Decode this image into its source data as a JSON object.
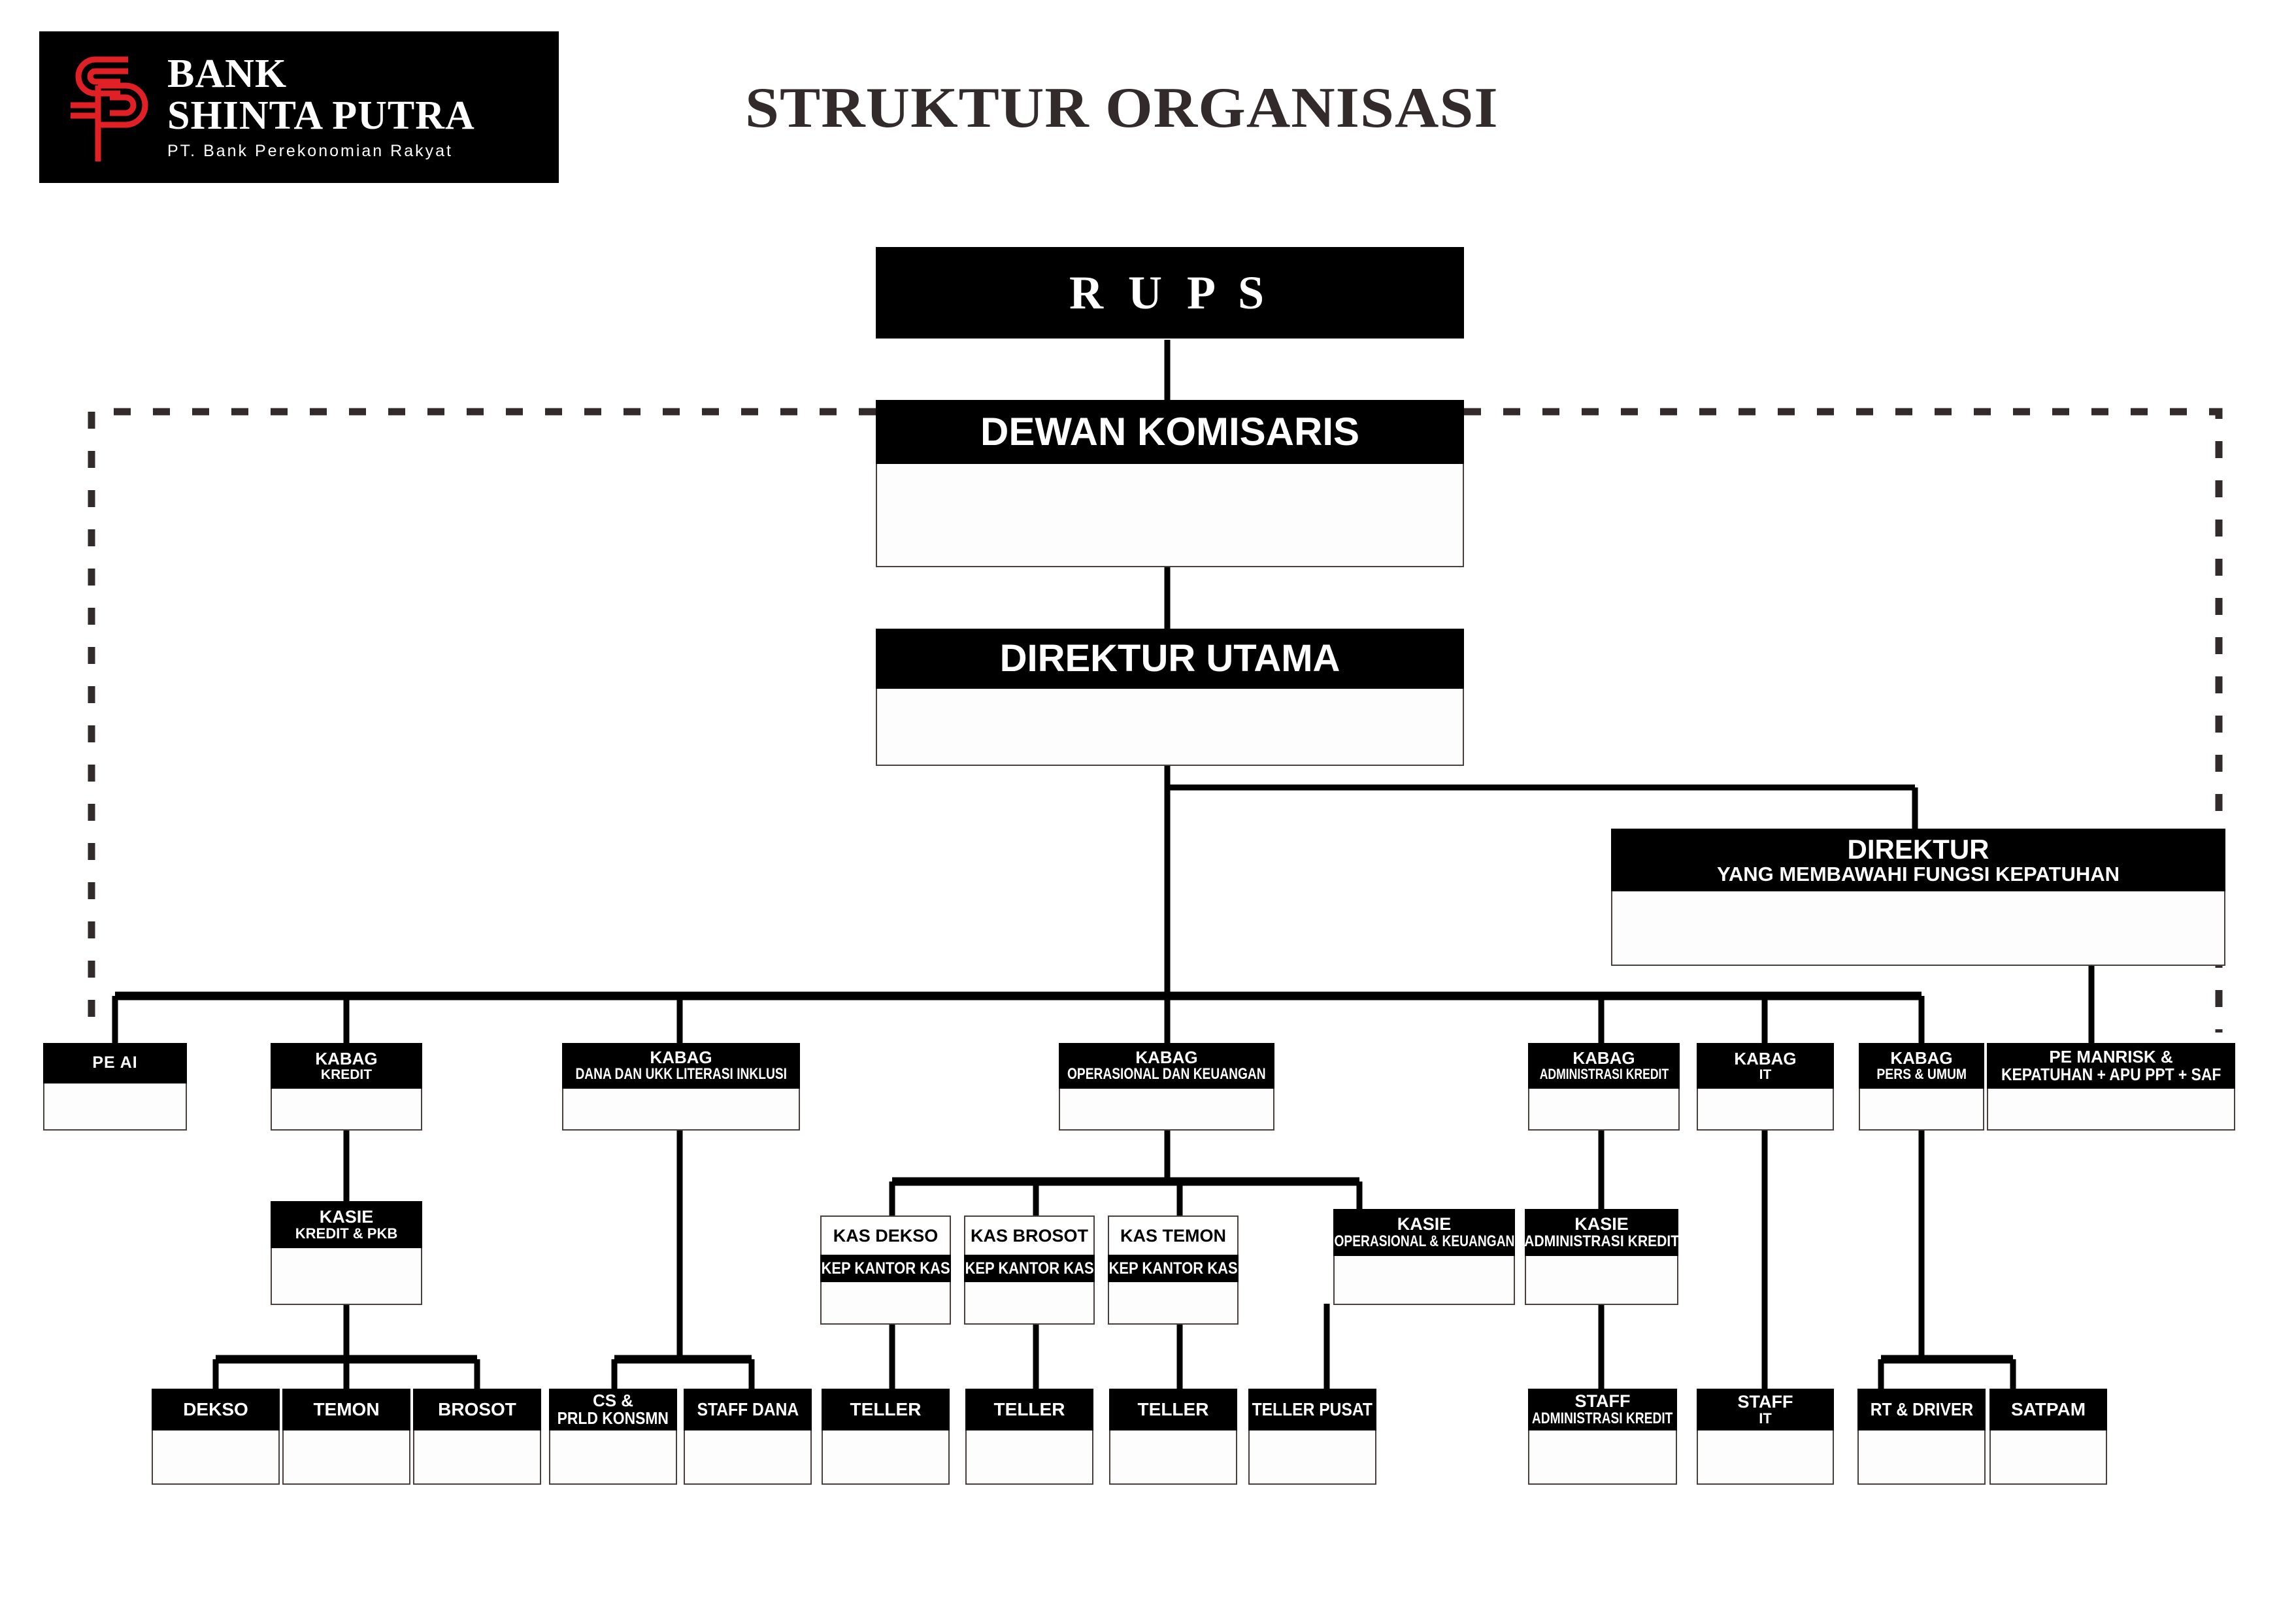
{
  "brand": {
    "line1": "BANK",
    "line2": "SHINTA PUTRA",
    "subtitle": "PT. Bank Perekonomian Rakyat",
    "mark_color": "#e02025",
    "plate_color": "#000000"
  },
  "page": {
    "title": "STRUKTUR ORGANISASI",
    "title_color": "#332b2b",
    "background": "#ffffff",
    "node_header_color": "#000000",
    "node_body_color": "#ffffff",
    "line_color": "#000000",
    "dashed_color": "#332b2b"
  },
  "chart_data": {
    "type": "diagram",
    "title": "STRUKTUR ORGANISASI",
    "nodes": [
      {
        "id": "rups",
        "l1": "R U P S",
        "l2": ""
      },
      {
        "id": "dekom",
        "l1": "DEWAN KOMISARIS",
        "l2": ""
      },
      {
        "id": "dirut",
        "l1": "DIREKTUR UTAMA",
        "l2": ""
      },
      {
        "id": "dir-kepatuhan",
        "l1": "DIREKTUR",
        "l2": "YANG MEMBAWAHI FUNGSI KEPATUHAN"
      },
      {
        "id": "pe-ai",
        "l1": "PE AI",
        "l2": ""
      },
      {
        "id": "kabag-kredit",
        "l1": "KABAG",
        "l2": "KREDIT"
      },
      {
        "id": "kabag-dana",
        "l1": "KABAG",
        "l2": "DANA DAN UKK LITERASI INKLUSI"
      },
      {
        "id": "kabag-opsku",
        "l1": "KABAG",
        "l2": "OPERASIONAL DAN KEUANGAN"
      },
      {
        "id": "kabag-adkred",
        "l1": "KABAG",
        "l2": "ADMINISTRASI KREDIT"
      },
      {
        "id": "kabag-it",
        "l1": "KABAG",
        "l2": "IT"
      },
      {
        "id": "kabag-pers",
        "l1": "KABAG",
        "l2": "PERS & UMUM"
      },
      {
        "id": "pe-manrisk",
        "l1": "PE MANRISK &",
        "l2": "KEPATUHAN + APU PPT + SAF"
      },
      {
        "id": "kasie-kredit",
        "l1": "KASIE",
        "l2": "KREDIT & PKB"
      },
      {
        "id": "kas-dekso",
        "l1": "KAS DEKSO",
        "l2": "KEP KANTOR KAS"
      },
      {
        "id": "kas-brosot",
        "l1": "KAS BROSOT",
        "l2": "KEP KANTOR KAS"
      },
      {
        "id": "kas-temon",
        "l1": "KAS TEMON",
        "l2": "KEP KANTOR KAS"
      },
      {
        "id": "kasie-opsku",
        "l1": "KASIE",
        "l2": "OPERASIONAL & KEUANGAN"
      },
      {
        "id": "kasie-adkred",
        "l1": "KASIE",
        "l2": "ADMINISTRASI KREDIT"
      },
      {
        "id": "dekso",
        "l1": "DEKSO",
        "l2": ""
      },
      {
        "id": "temon",
        "l1": "TEMON",
        "l2": ""
      },
      {
        "id": "brosot",
        "l1": "BROSOT",
        "l2": ""
      },
      {
        "id": "cs-prld",
        "l1": "CS &",
        "l2": "PRLD KONSMN"
      },
      {
        "id": "staff-dana",
        "l1": "STAFF DANA",
        "l2": ""
      },
      {
        "id": "teller-1",
        "l1": "TELLER",
        "l2": ""
      },
      {
        "id": "teller-2",
        "l1": "TELLER",
        "l2": ""
      },
      {
        "id": "teller-3",
        "l1": "TELLER",
        "l2": ""
      },
      {
        "id": "teller-pusat",
        "l1": "TELLER PUSAT",
        "l2": ""
      },
      {
        "id": "staff-adkred",
        "l1": "STAFF",
        "l2": "ADMINISTRASI KREDIT"
      },
      {
        "id": "staff-it",
        "l1": "STAFF",
        "l2": "IT"
      },
      {
        "id": "rt-driver",
        "l1": "RT & DRIVER",
        "l2": ""
      },
      {
        "id": "satpam",
        "l1": "SATPAM",
        "l2": ""
      }
    ],
    "edges": [
      {
        "from": "rups",
        "to": "dekom",
        "style": "solid"
      },
      {
        "from": "dekom",
        "to": "dirut",
        "style": "solid"
      },
      {
        "from": "dirut",
        "to": "dir-kepatuhan",
        "style": "solid"
      },
      {
        "from": "dirut",
        "to": "kabag-kredit",
        "style": "solid"
      },
      {
        "from": "dirut",
        "to": "kabag-dana",
        "style": "solid"
      },
      {
        "from": "dirut",
        "to": "kabag-opsku",
        "style": "solid"
      },
      {
        "from": "dirut",
        "to": "kabag-adkred",
        "style": "solid"
      },
      {
        "from": "dirut",
        "to": "kabag-it",
        "style": "solid"
      },
      {
        "from": "dirut",
        "to": "kabag-pers",
        "style": "solid"
      },
      {
        "from": "dekom",
        "to": "pe-ai",
        "style": "dashed"
      },
      {
        "from": "dir-kepatuhan",
        "to": "pe-manrisk",
        "style": "solid"
      },
      {
        "from": "kabag-kredit",
        "to": "kasie-kredit",
        "style": "solid"
      },
      {
        "from": "kasie-kredit",
        "to": "dekso",
        "style": "solid"
      },
      {
        "from": "kasie-kredit",
        "to": "temon",
        "style": "solid"
      },
      {
        "from": "kasie-kredit",
        "to": "brosot",
        "style": "solid"
      },
      {
        "from": "kabag-dana",
        "to": "cs-prld",
        "style": "solid"
      },
      {
        "from": "kabag-dana",
        "to": "staff-dana",
        "style": "solid"
      },
      {
        "from": "kabag-opsku",
        "to": "kas-dekso",
        "style": "solid"
      },
      {
        "from": "kabag-opsku",
        "to": "kas-brosot",
        "style": "solid"
      },
      {
        "from": "kabag-opsku",
        "to": "kas-temon",
        "style": "solid"
      },
      {
        "from": "kabag-opsku",
        "to": "kasie-opsku",
        "style": "solid"
      },
      {
        "from": "kas-dekso",
        "to": "teller-1",
        "style": "solid"
      },
      {
        "from": "kas-brosot",
        "to": "teller-2",
        "style": "solid"
      },
      {
        "from": "kas-temon",
        "to": "teller-3",
        "style": "solid"
      },
      {
        "from": "kasie-opsku",
        "to": "teller-pusat",
        "style": "solid"
      },
      {
        "from": "kabag-adkred",
        "to": "kasie-adkred",
        "style": "solid"
      },
      {
        "from": "kasie-adkred",
        "to": "staff-adkred",
        "style": "solid"
      },
      {
        "from": "kabag-it",
        "to": "staff-it",
        "style": "solid"
      },
      {
        "from": "kabag-pers",
        "to": "rt-driver",
        "style": "solid"
      },
      {
        "from": "kabag-pers",
        "to": "satpam",
        "style": "solid"
      }
    ]
  }
}
